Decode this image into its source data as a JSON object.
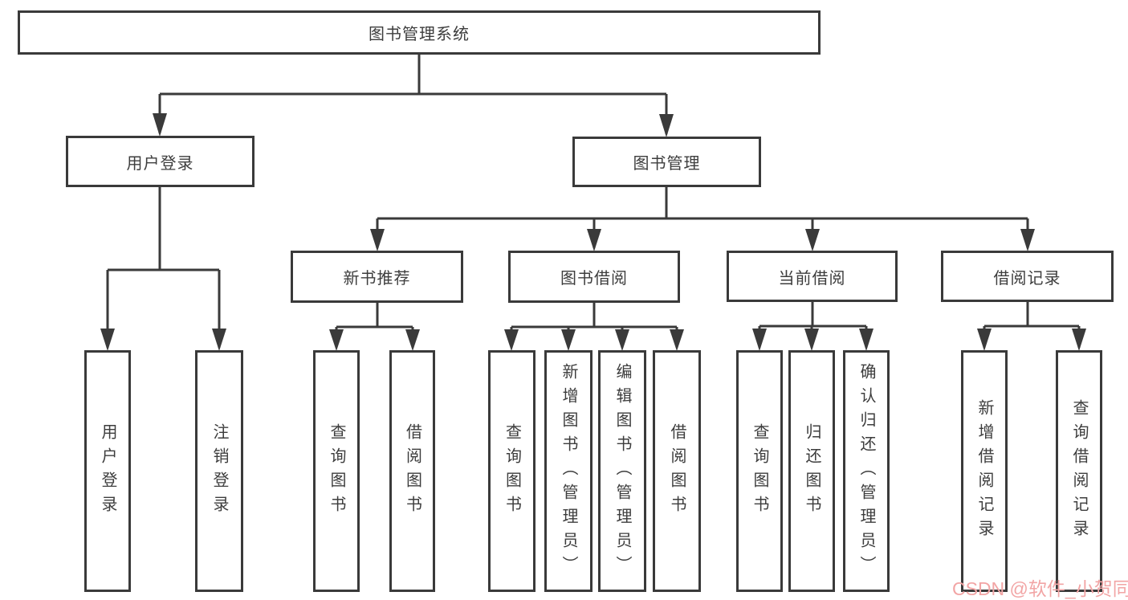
{
  "diagram": {
    "root": {
      "label": "图书管理系统"
    },
    "level1": [
      {
        "label": "用户登录"
      },
      {
        "label": "图书管理"
      }
    ],
    "level2": [
      {
        "label": "新书推荐"
      },
      {
        "label": "图书借阅"
      },
      {
        "label": "当前借阅"
      },
      {
        "label": "借阅记录"
      }
    ],
    "leaves": {
      "user_login": [
        "用户登录",
        "注销登录"
      ],
      "new_book": [
        "查询图书",
        "借阅图书"
      ],
      "book_borrow": [
        "查询图书",
        "新增图书（管理员）",
        "编辑图书（管理员）",
        "借阅图书"
      ],
      "current_borrow": [
        "查询图书",
        "归还图书",
        "确认归还（管理员）"
      ],
      "borrow_record": [
        "新增借阅记录",
        "查询借阅记录"
      ]
    }
  },
  "watermark": {
    "text": "CSDN @软件_小贺同学"
  },
  "colors": {
    "line": "#3a3a3a",
    "box_border": "#3a3a3a",
    "box_fill": "#ffffff",
    "text": "#3d3d3d",
    "watermark": "#f2a5a5"
  }
}
